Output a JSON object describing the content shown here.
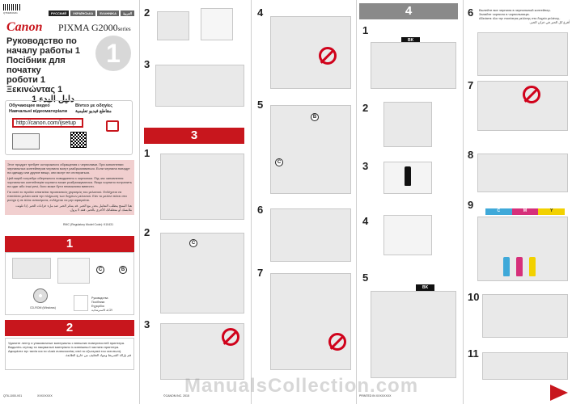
{
  "barcode_number": "QT61804V01",
  "languages": [
    "РУССКИЙ",
    "УКРАЇНСЬКА",
    "ΕΛΛΗΝΙΚΑ",
    "العربية"
  ],
  "brand": "Canon",
  "model": "PIXMA",
  "model_suffix": "G2000",
  "model_series": "series",
  "guide_number": "1",
  "titles": [
    "Руководство по",
    "началу работы 1",
    "Посібник для початку",
    "роботи 1",
    "Ξεκινώντας 1",
    "دليل البدء 1"
  ],
  "video": {
    "label_ru": "Обучающее видео",
    "label_uk": "Навчальні відеоматеріали",
    "label_el": "Βίντεο με οδηγίες",
    "label_ar": "مقاطع فيديو تعليمية",
    "url": "http://canon.com/ijsetup"
  },
  "warning_paragraphs": [
    "Этот продукт требует осторожного обращения с чернилами. При заполнении чернильных контейнеров чернила могут разбрызгиваться. Если чернила попадут на одежду или другие вещи, они могут не отстираться.",
    "Цей виріб потребує обережного поводження з чорнилом. Під час заповнення чорнильних контейнерів чорнило може розбризкуватися. Якщо чорнило потрапить на одяг або інші речі, його може бути неможливо вивести.",
    "Για αυτό το προϊόν απαιτείται προσεκτικός χειρισμός του μελανιού. Ενδέχεται να πιτσιλίσει μελάνι κατά την πλήρωση των δοχείων μελανιού. Εάν το μελάνι πέσει στα ρούχα ή σε άλλα αντικείμενα, ενδέχεται να μην αφαιρείται.",
    "هذا المنتج يتطلب التعامل بحذر مع الحبر. قد يتناثر الحبر عند ملء خزانات الحبر. إذا تلوثت ملابسك أو متعلقاتك الأخرى بالحبر، فقد لا يزول."
  ],
  "regulatory_model": "RMC (Regulatory Model Code): K10431",
  "section1": {
    "number": "1",
    "cdrom_label": "CD-ROM (Windows)",
    "manuals_label": "Руководства\nПосібники\nΕγχειρίδια\nالأدلة الاسترشادية",
    "callouts": [
      "C",
      "B"
    ]
  },
  "section2": {
    "number": "2",
    "lines": [
      "Удалите ленту и упаковочные материалы с внешних поверхностей принтера.",
      "Видаліть стрічку та пакувальні матеріали із зовнішньої частини принтера.",
      "Αφαιρέστε την ταινία και τα υλικά συσκευασίας από το εξωτερικό του εκτυπωτή.",
      "قم بإزالة الشريط ومواد التغليف من خارج الطابعة."
    ]
  },
  "footer": {
    "left": "QT6-1000-V01",
    "mid1": "XXXXXXXX",
    "mid2": "©CANON INC. 2015",
    "right": "PRINTED IN XXXXXXXX"
  },
  "col2": {
    "steps": [
      "2",
      "3"
    ],
    "section3": "3",
    "sub_steps": [
      "1",
      "2",
      "3"
    ],
    "callouts": [
      "C"
    ]
  },
  "col3": {
    "section": "4",
    "steps": [
      "5",
      "6",
      "7"
    ],
    "callouts": [
      "C",
      "B"
    ]
  },
  "col4": {
    "section": "4",
    "steps": [
      "1",
      "2",
      "3",
      "4",
      "5"
    ],
    "ink_label": "BK"
  },
  "col5": {
    "steps": [
      "6",
      "7",
      "8",
      "9",
      "10",
      "11"
    ],
    "step6_text": [
      "Вылейте все чернила в чернильный контейнер.",
      "Залийте чорнило в чорнильницю.",
      "Αδειάστε όλο την ποσότητα μελάνης στο δοχείο μελάνης.",
      "أفرغ كل الحبر في خزان الحبر."
    ],
    "ink_colors": [
      "C",
      "M",
      "Y"
    ],
    "watermark": "ManualsCollection.com",
    "colors": {
      "cyan": "#3fa9d9",
      "magenta": "#d6307a",
      "yellow": "#f2d100",
      "black": "#111111"
    }
  },
  "colors": {
    "canon_red": "#c8161d",
    "pink_panel": "#f1cfcf",
    "gray_header": "#8a8a8a"
  }
}
